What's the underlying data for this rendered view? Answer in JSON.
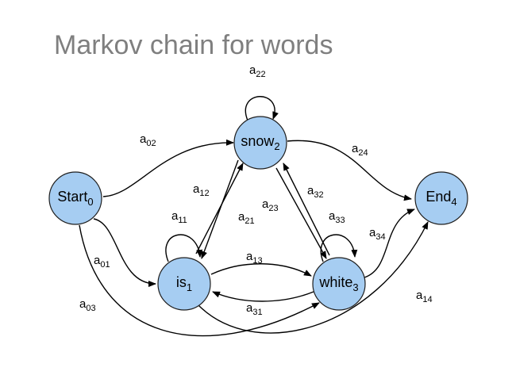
{
  "title": "Markov chain for words",
  "colors": {
    "node_fill": "#a6cdf2",
    "node_stroke": "#1f1f1f",
    "edge": "#000000",
    "title": "#7f7f7f"
  },
  "nodes": [
    {
      "id": "start",
      "label": "Start",
      "sub": "0"
    },
    {
      "id": "snow",
      "label": "snow",
      "sub": "2"
    },
    {
      "id": "is",
      "label": "is",
      "sub": "1"
    },
    {
      "id": "white",
      "label": "white",
      "sub": "3"
    },
    {
      "id": "end",
      "label": "End",
      "sub": "4"
    }
  ],
  "edges": [
    {
      "from": "start",
      "to": "snow",
      "label": "a",
      "sub": "02"
    },
    {
      "from": "start",
      "to": "is",
      "label": "a",
      "sub": "01"
    },
    {
      "from": "start",
      "to": "white",
      "label": "a",
      "sub": "03"
    },
    {
      "from": "snow",
      "to": "snow",
      "label": "a",
      "sub": "22"
    },
    {
      "from": "snow",
      "to": "end",
      "label": "a",
      "sub": "24"
    },
    {
      "from": "is",
      "to": "snow",
      "label": "a",
      "sub": "12"
    },
    {
      "from": "snow",
      "to": "is",
      "label": "a",
      "sub": "21"
    },
    {
      "from": "snow",
      "to": "white",
      "label": "a",
      "sub": "23"
    },
    {
      "from": "white",
      "to": "snow",
      "label": "a",
      "sub": "32"
    },
    {
      "from": "is",
      "to": "is",
      "label": "a",
      "sub": "11"
    },
    {
      "from": "white",
      "to": "white",
      "label": "a",
      "sub": "33"
    },
    {
      "from": "is",
      "to": "white",
      "label": "a",
      "sub": "13"
    },
    {
      "from": "white",
      "to": "is",
      "label": "a",
      "sub": "31"
    },
    {
      "from": "white",
      "to": "end",
      "label": "a",
      "sub": "34"
    },
    {
      "from": "is",
      "to": "end",
      "label": "a",
      "sub": "14"
    }
  ]
}
